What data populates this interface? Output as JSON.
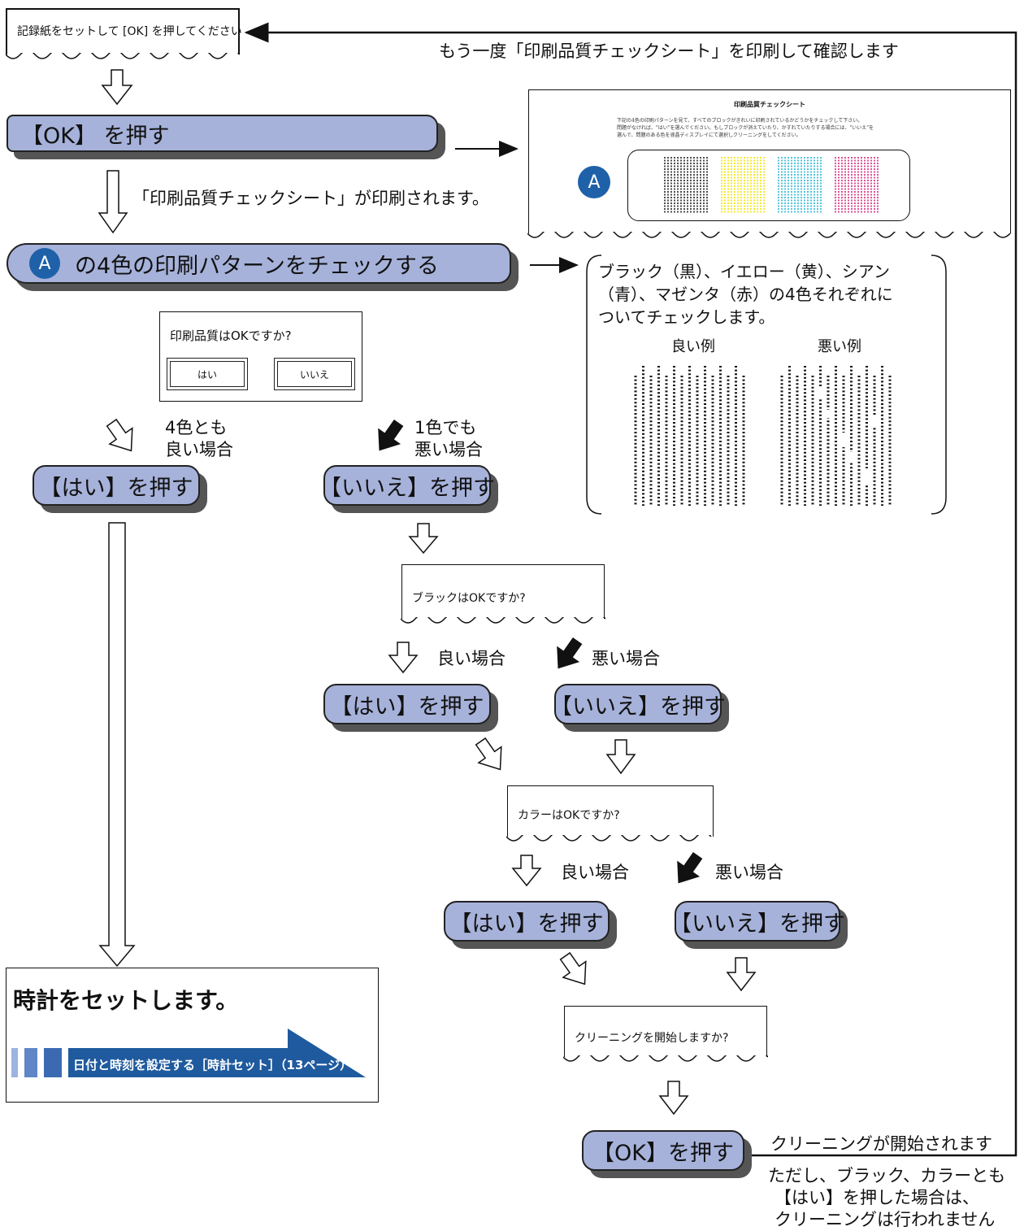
{
  "loop_note": "もう一度「印刷品質チェックシート」を印刷して確認します",
  "screens": {
    "set_paper": "記録紙をセットして [OK] を押してください",
    "quality_q": "印刷品質はOKですか?",
    "quality_yes": "はい",
    "quality_no": "いいえ",
    "black_q": "ブラックはOKですか?",
    "color_q": "カラーはOKですか?",
    "clean_q": "クリーニングを開始しますか?"
  },
  "steps": {
    "ok1": "【OK】 を押す",
    "check_prefix": "A",
    "check_text": "の4色の印刷パターンをチェックする",
    "yes_all": "【はい】を押す",
    "no_any": "【いいえ】を押す",
    "black_yes": "【はい】を押す",
    "black_no": "【いいえ】を押す",
    "color_yes": "【はい】を押す",
    "color_no": "【いいえ】を押す",
    "ok_final": "【OK】を押す"
  },
  "labels": {
    "printed": "「印刷品質チェックシート」が印刷されます。",
    "all_good_1": "4色とも",
    "all_good_2": "良い場合",
    "one_bad_1": "1色でも",
    "one_bad_2": "悪い場合",
    "good": "良い場合",
    "bad": "悪い場合",
    "cleaning_start": "クリーニングが開始されます",
    "cleaning_note_1": "ただし、ブラック、カラーとも",
    "cleaning_note_2": "【はい】を押した場合は、",
    "cleaning_note_3": "クリーニングは行われません"
  },
  "sheet": {
    "title": "印刷品質チェックシート",
    "line1": "下記の4色の印刷パターンを見て、すべてのブロックがきれいに印刷されているかどうかをチェックして下さい。",
    "line2": "問題がなければ、\"はい\"を選んでください。もしブロックが消えていたり、かすれていたりする場合には、\"いいえ\"を",
    "line3": "選んで、問題のある色を液晶ディスプレイにて選択しクリーニングをしてください。",
    "badge": "A",
    "colors": [
      "#222222",
      "#f2e500",
      "#29b6d3",
      "#d6287d"
    ]
  },
  "explain": {
    "line1": "ブラック（黒）、イエロー（黄）、シアン",
    "line2": "（青）、マゼンタ（赤）の4色それぞれに",
    "line3": "ついてチェックします。",
    "good_label": "良い例",
    "bad_label": "悪い例"
  },
  "result": {
    "title": "時計をセットします。",
    "link": "日付と時刻を設定する［時計セット］（13ページ）",
    "bar_color": "#1f5a9e",
    "tab_colors": [
      "#9db3e0",
      "#5f86c6",
      "#3c6ab2"
    ]
  }
}
